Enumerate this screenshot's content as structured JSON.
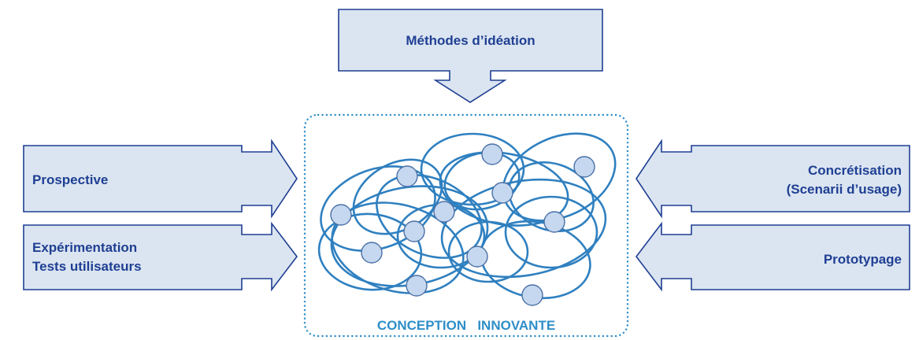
{
  "colors": {
    "box_fill": "#dbe5f1",
    "box_stroke": "#1f3f93",
    "label_text": "#1f3f93",
    "circle_stroke": "#2f80c0",
    "node_fill": "#c5d8ef",
    "node_stroke": "#4a6fa5",
    "dotted_border": "#2f8ec8",
    "center_title": "#2f8ec8"
  },
  "top_input": {
    "label": "Méthodes d’idéation"
  },
  "left_inputs": [
    {
      "lines": [
        "Prospective"
      ]
    },
    {
      "lines": [
        "Expérimentation",
        "Tests utilisateurs"
      ]
    }
  ],
  "right_inputs": [
    {
      "lines": [
        "Concrétisation",
        "(Scenarii d’usage)"
      ]
    },
    {
      "lines": [
        "Prototypage"
      ]
    }
  ],
  "center": {
    "title": "CONCEPTION   INNOVANTE"
  }
}
